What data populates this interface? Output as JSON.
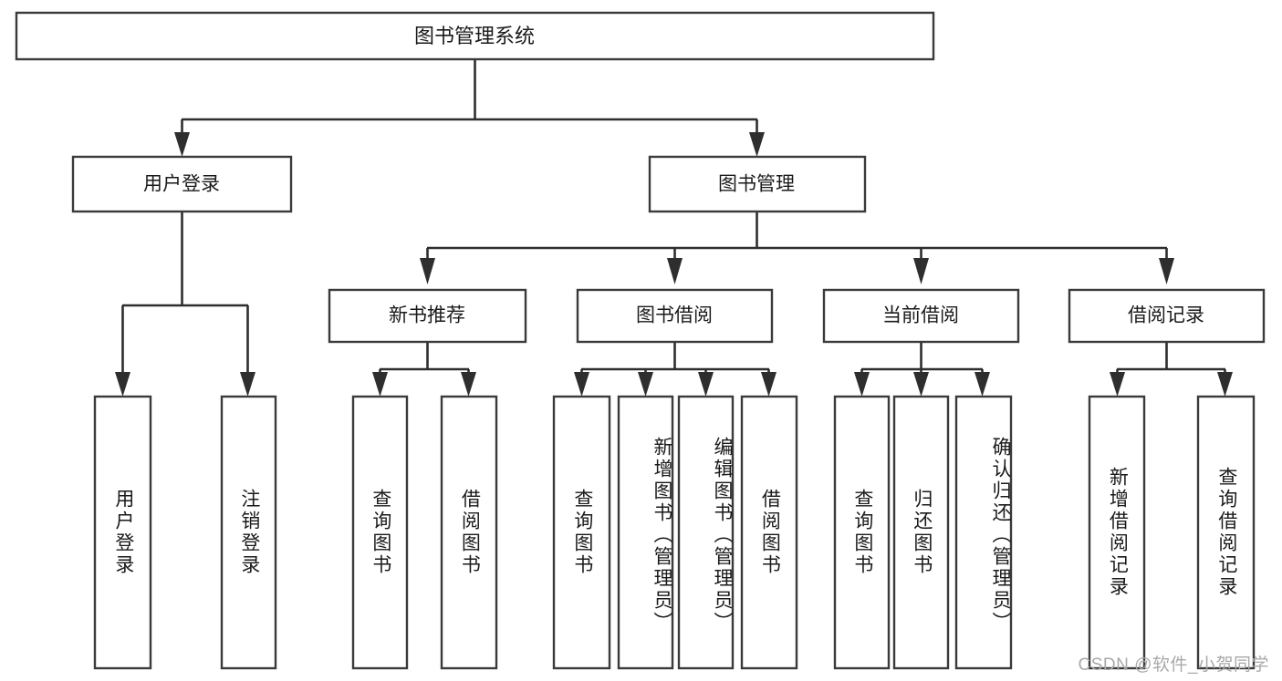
{
  "diagram": {
    "type": "tree",
    "title": "图书管理系统",
    "orientation": "top-down",
    "watermark": "CSDN @软件_小贺同学",
    "colors": {
      "box_stroke": "#3a3a3a",
      "box_fill": "#ffffff",
      "connector": "#2e2e2e",
      "text": "#1a1a1a",
      "watermark": "#a9a9a9",
      "background": "#ffffff"
    },
    "root": {
      "label": "图书管理系统"
    },
    "level2": [
      {
        "label": "用户登录"
      },
      {
        "label": "图书管理"
      }
    ],
    "level3": [
      {
        "label": "新书推荐"
      },
      {
        "label": "图书借阅"
      },
      {
        "label": "当前借阅"
      },
      {
        "label": "借阅记录"
      }
    ],
    "leaves": [
      {
        "label": "用户登录",
        "parent": "用户登录"
      },
      {
        "label": "注销登录",
        "parent": "用户登录"
      },
      {
        "label": "查询图书",
        "parent": "新书推荐"
      },
      {
        "label": "借阅图书",
        "parent": "新书推荐"
      },
      {
        "label": "查询图书",
        "parent": "图书借阅"
      },
      {
        "label": "新增图书（管理员）",
        "parent": "图书借阅"
      },
      {
        "label": "编辑图书（管理员）",
        "parent": "图书借阅"
      },
      {
        "label": "借阅图书",
        "parent": "图书借阅"
      },
      {
        "label": "查询图书",
        "parent": "当前借阅"
      },
      {
        "label": "归还图书",
        "parent": "当前借阅"
      },
      {
        "label": "确认归还（管理员）",
        "parent": "当前借阅"
      },
      {
        "label": "新增借阅记录",
        "parent": "借阅记录"
      },
      {
        "label": "查询借阅记录",
        "parent": "借阅记录"
      }
    ]
  }
}
